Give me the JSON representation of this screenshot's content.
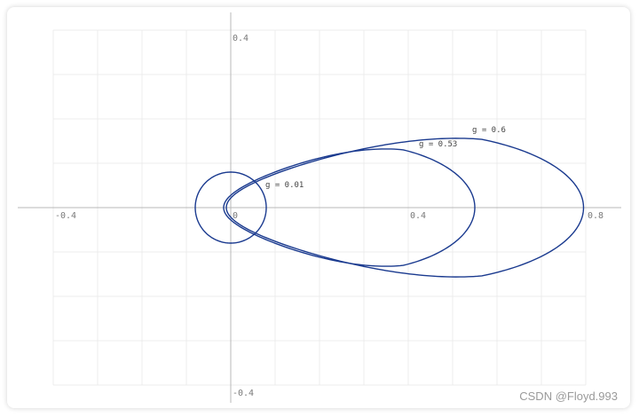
{
  "chart_data": {
    "type": "line",
    "title": "",
    "xlabel": "",
    "ylabel": "",
    "xlim": [
      -0.5,
      0.8
    ],
    "ylim": [
      -0.4,
      0.4
    ],
    "grid": true,
    "x_ticks": [
      "-0.4",
      "0",
      "0.4",
      "0.8"
    ],
    "y_ticks": [
      "0.4",
      "-0.4"
    ],
    "line_color": "#1a3a8f",
    "series": [
      {
        "name": "g = 0.01",
        "center_x": 0.0,
        "center_y": 0.0,
        "semi_axis_x": 0.08,
        "semi_axis_y": 0.08,
        "x_range": [
          -0.08,
          0.08
        ],
        "y_range": [
          -0.08,
          0.08
        ]
      },
      {
        "name": "g = 0.53",
        "x_range": [
          -0.016,
          0.55
        ],
        "y_range": [
          -0.132,
          0.132
        ]
      },
      {
        "name": "g = 0.6",
        "x_range": [
          -0.01,
          0.795
        ],
        "y_range": [
          -0.156,
          0.156
        ]
      }
    ]
  },
  "watermark": "CSDN @Floyd.993"
}
